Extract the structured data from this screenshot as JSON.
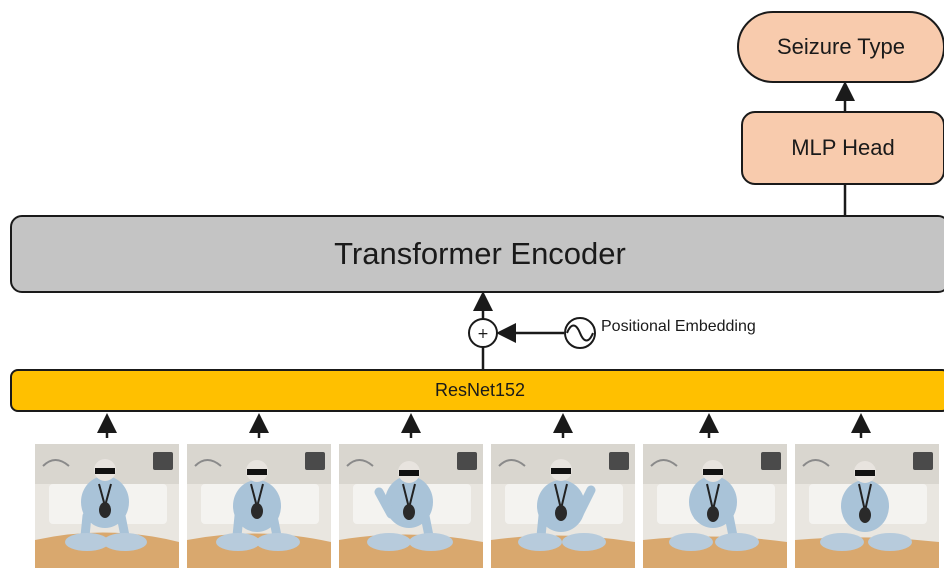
{
  "nodes": {
    "seizure_type": "Seizure Type",
    "mlp_head": "MLP Head",
    "transformer_encoder": "Transformer Encoder",
    "resnet": "ResNet152",
    "positional_embedding": "Positional Embedding",
    "add_symbol": "+"
  },
  "colors": {
    "output_boxes": "#f8cbad",
    "encoder": "#c4c4c4",
    "backbone": "#ffc000",
    "stroke": "#1a1a1a"
  },
  "frames": [
    {
      "name": "video-frame-1"
    },
    {
      "name": "video-frame-2"
    },
    {
      "name": "video-frame-3"
    },
    {
      "name": "video-frame-4"
    },
    {
      "name": "video-frame-5"
    },
    {
      "name": "video-frame-6"
    }
  ],
  "icons": {
    "positional_embedding": "sine-wave-icon",
    "addition": "plus-circle-icon"
  }
}
